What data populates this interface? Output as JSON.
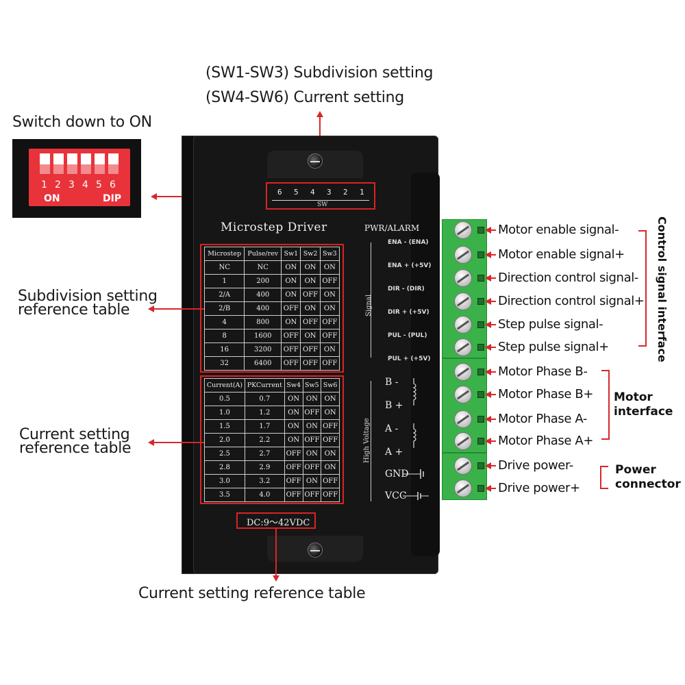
{
  "callouts": {
    "top_line1": "(SW1-SW3) Subdivision setting",
    "top_line2": "(SW4-SW6) Current setting",
    "switch_down": "Switch down to ON",
    "subdivision_line1": "Subdivision setting",
    "subdivision_line2": "reference table",
    "current_line1": "Current setting",
    "current_line2": "reference table",
    "bottom": "Current setting reference table"
  },
  "dip_switch": {
    "numbers": [
      "1",
      "2",
      "3",
      "4",
      "5",
      "6"
    ],
    "on_label": "ON",
    "dip_label": "DIP"
  },
  "driver": {
    "title": "Microstep Driver",
    "pwr_alarm": "PWR/ALARM",
    "sw_numbers": [
      "6",
      "5",
      "4",
      "3",
      "2",
      "1"
    ],
    "sw_label": "SW",
    "signal_label": "Signal",
    "high_voltage_label": "High Voltage",
    "signal_pins": [
      "ENA - (ENA)",
      "ENA + (+5V)",
      "DIR - (DIR)",
      "DIR + (+5V)",
      "PUL - (PUL)",
      "PUL + (+5V)"
    ],
    "motor_pins": [
      "B -",
      "B +",
      "A -",
      "A +"
    ],
    "power_pins": [
      "GND",
      "VCC"
    ],
    "dc_rating": "DC:9～42VDC"
  },
  "subdivision_table": {
    "headers": [
      "Microstep",
      "Pulse/rev",
      "Sw1",
      "Sw2",
      "Sw3"
    ],
    "rows": [
      [
        "NC",
        "NC",
        "ON",
        "ON",
        "ON"
      ],
      [
        "1",
        "200",
        "ON",
        "ON",
        "OFF"
      ],
      [
        "2/A",
        "400",
        "ON",
        "OFF",
        "ON"
      ],
      [
        "2/B",
        "400",
        "OFF",
        "ON",
        "ON"
      ],
      [
        "4",
        "800",
        "ON",
        "OFF",
        "OFF"
      ],
      [
        "8",
        "1600",
        "OFF",
        "ON",
        "OFF"
      ],
      [
        "16",
        "3200",
        "OFF",
        "OFF",
        "ON"
      ],
      [
        "32",
        "6400",
        "OFF",
        "OFF",
        "OFF"
      ]
    ]
  },
  "current_table": {
    "headers": [
      "Current(A)",
      "PKCurrent",
      "Sw4",
      "Sw5",
      "Sw6"
    ],
    "rows": [
      [
        "0.5",
        "0.7",
        "ON",
        "ON",
        "ON"
      ],
      [
        "1.0",
        "1.2",
        "ON",
        "OFF",
        "ON"
      ],
      [
        "1.5",
        "1.7",
        "ON",
        "ON",
        "OFF"
      ],
      [
        "2.0",
        "2.2",
        "ON",
        "OFF",
        "OFF"
      ],
      [
        "2.5",
        "2.7",
        "OFF",
        "ON",
        "ON"
      ],
      [
        "2.8",
        "2.9",
        "OFF",
        "OFF",
        "ON"
      ],
      [
        "3.0",
        "3.2",
        "OFF",
        "ON",
        "OFF"
      ],
      [
        "3.5",
        "4.0",
        "OFF",
        "OFF",
        "OFF"
      ]
    ]
  },
  "terminals": [
    "Motor enable signal-",
    "Motor enable signal+",
    "Direction control signal-",
    "Direction control signal+",
    "Step pulse signal-",
    "Step pulse signal+",
    "Motor Phase B-",
    "Motor Phase B+",
    "Motor Phase A-",
    "Motor Phase A+",
    "Drive power-",
    "Drive power+"
  ],
  "groups": {
    "control": "Control signal interface",
    "motor_line1": "Motor",
    "motor_line2": "interface",
    "power_line1": "Power",
    "power_line2": "connector"
  },
  "colors": {
    "accent_red": "#d8262b",
    "terminal_green": "#3bb14a",
    "dip_red": "#e8333b",
    "body_black": "#161616"
  }
}
